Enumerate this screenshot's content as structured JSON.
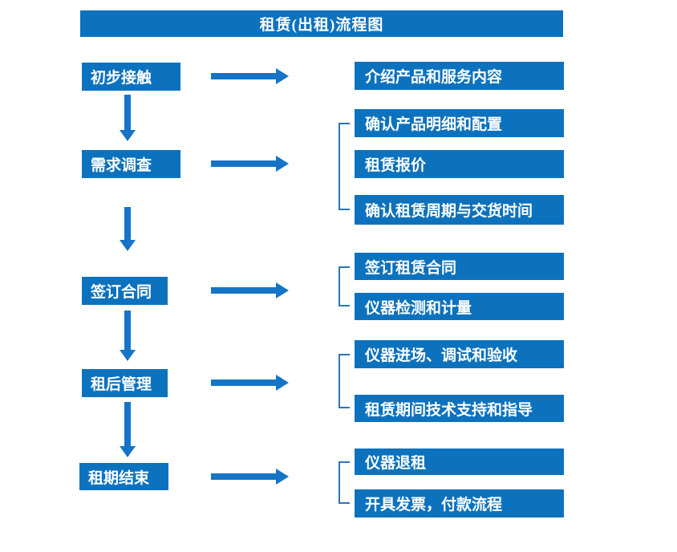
{
  "title": "租赁(出租)流程图",
  "colors": {
    "box_blue": "#0C72BE",
    "arrow_blue": "#1574C6",
    "bracket_blue": "#2E75B6",
    "text_white": "#FFFFFF",
    "background": "#FFFFFF"
  },
  "steps": [
    {
      "label": "初步接触",
      "items": [
        "介绍产品和服务内容"
      ]
    },
    {
      "label": "需求调查",
      "items": [
        "确认产品明细和配置",
        "租赁报价",
        "确认租赁周期与交货时间"
      ]
    },
    {
      "label": "签订合同",
      "items": [
        "签订租赁合同",
        "仪器检测和计量"
      ]
    },
    {
      "label": "租后管理",
      "items": [
        "仪器进场、调试和验收",
        "租赁期间技术支持和指导"
      ]
    },
    {
      "label": "租期结束",
      "items": [
        "仪器退租",
        "开具发票，付款流程"
      ]
    }
  ]
}
